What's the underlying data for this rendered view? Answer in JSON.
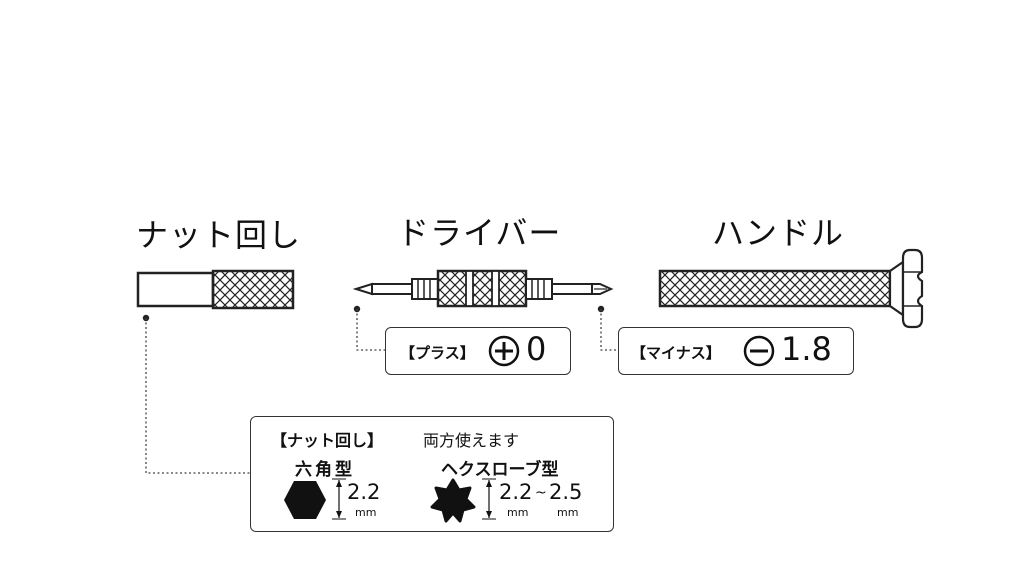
{
  "titles": {
    "nut": "ナット回し",
    "driver": "ドライバー",
    "handle": "ハンドル"
  },
  "plus_box": {
    "label": "【プラス】",
    "symbol": "+",
    "value": "0"
  },
  "minus_box": {
    "label": "【マイナス】",
    "symbol": "−",
    "value": "1.8"
  },
  "nut_info": {
    "label": "【ナット回し】",
    "note": "両方使えます",
    "hex": {
      "name": "六角型",
      "size": "2.2",
      "unit": "mm"
    },
    "hexlobe": {
      "name": "ヘクスローブ型",
      "size_min": "2.2",
      "sep": "~",
      "size_max": "2.5",
      "unit_min": "mm",
      "unit_max": "mm"
    }
  },
  "colors": {
    "line": "#222222",
    "knurl": "#333333"
  }
}
